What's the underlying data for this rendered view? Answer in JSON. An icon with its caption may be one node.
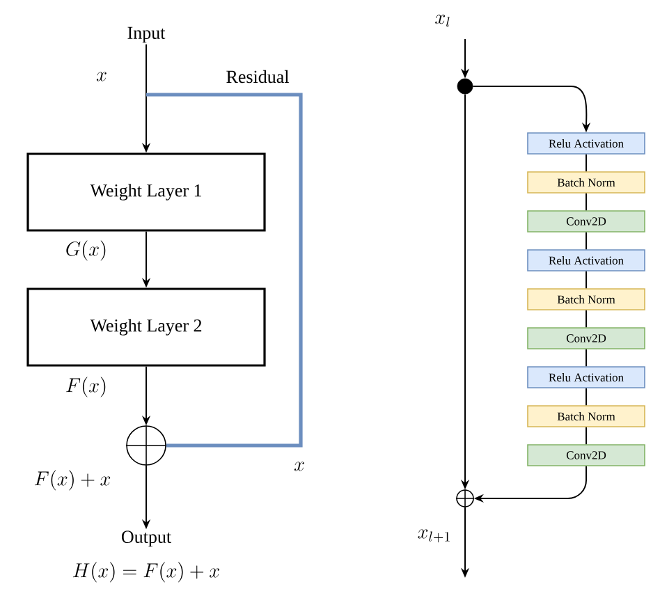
{
  "diagram": {
    "nodes": [
      {
        "text": [
          "Input"
        ]
      },
      {
        "text": [
          "Weight Layer 1"
        ]
      },
      {
        "text": [
          "Weight Layer 2"
        ]
      },
      {
        "text": [],
        "shape": "circle"
      },
      {
        "text": [
          "Output"
        ],
        "beside": [
          "H(x) = F(x) + x"
        ]
      },
      {
        "text": [],
        "shape": "circle"
      },
      {
        "text": [
          "Relu Activation"
        ]
      },
      {
        "text": [
          "Batch Norm"
        ]
      },
      {
        "text": [
          "Conv2D"
        ]
      },
      {
        "text": [
          "Relu Activation"
        ]
      },
      {
        "text": [
          "Batch Norm"
        ]
      },
      {
        "text": [
          "Conv2D"
        ]
      },
      {
        "text": [
          "Relu Activation"
        ]
      },
      {
        "text": [
          "Batch Norm"
        ]
      },
      {
        "text": [
          "Conv2D"
        ]
      },
      {
        "text": [],
        "shape": "circle"
      }
    ],
    "edges": [
      {
        "from": 0,
        "to": 1,
        "arrow": "to",
        "label": "x"
      },
      {
        "from": 1,
        "to": 2,
        "arrow": "to",
        "label": "G(x)"
      },
      {
        "from": 2,
        "to": 3,
        "arrow": "to",
        "label": "F(x)"
      },
      {
        "from": 3,
        "to": 4,
        "arrow": "to",
        "label": "F(x) + x"
      },
      {
        "from": 0,
        "to": 3,
        "arrow": "none",
        "label": "Residual",
        "style": "thick",
        "color": "#6c8ebf"
      },
      {
        "from": null,
        "to": 5,
        "arrow": "to",
        "label": "x_l"
      },
      {
        "from": 5,
        "to": 6,
        "arrow": "to"
      },
      {
        "from": 6,
        "to": 7,
        "arrow": "none"
      },
      {
        "from": 7,
        "to": 8,
        "arrow": "none"
      },
      {
        "from": 8,
        "to": 9,
        "arrow": "none"
      },
      {
        "from": 9,
        "to": 10,
        "arrow": "none"
      },
      {
        "from": 10,
        "to": 11,
        "arrow": "none"
      },
      {
        "from": 11,
        "to": 12,
        "arrow": "none"
      },
      {
        "from": 12,
        "to": 13,
        "arrow": "none"
      },
      {
        "from": 13,
        "to": 14,
        "arrow": "none"
      },
      {
        "from": 14,
        "to": 15,
        "arrow": "to"
      },
      {
        "from": 5,
        "to": 15,
        "arrow": "to"
      },
      {
        "from": 15,
        "to": null,
        "arrow": "to",
        "label": "x_{l+1}"
      }
    ],
    "labels": [
      "x"
    ]
  }
}
